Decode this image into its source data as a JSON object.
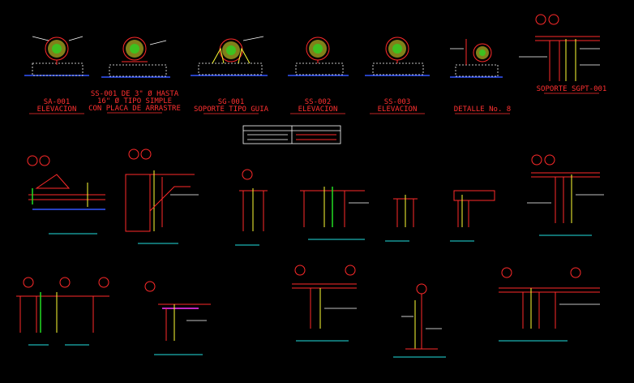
{
  "top_row_labels": [
    {
      "line1": "SA-001",
      "line2": "ELEVACION"
    },
    {
      "line1": "SS-001 DE 3\" Ø HASTA",
      "line2": "16\" Ø TIPO SIMPLE",
      "line3": "CON PLACA DE ARRASTRE"
    },
    {
      "line1": "SG-001",
      "line2": "SOPORTE TIPO GUIA"
    },
    {
      "line1": "SS-002",
      "line2": "ELEVACION"
    },
    {
      "line1": "SS-003",
      "line2": "ELEVACION"
    },
    {
      "line1": "DETALLE No. 8"
    },
    {
      "line1": "SOPORTE SGPT-001"
    }
  ],
  "colors": {
    "background": "#000000",
    "main": "#ff2a2a",
    "pipe": "#ffff33",
    "annotation": "#ffffff",
    "accent_cyan": "#22e0e0",
    "accent_green": "#22dd22",
    "accent_magenta": "#ff33ff",
    "accent_blue": "#3355ff"
  }
}
